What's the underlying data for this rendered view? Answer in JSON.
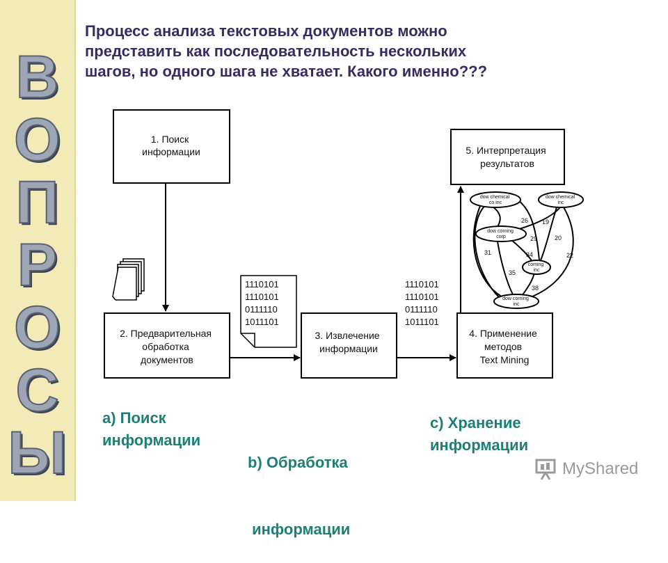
{
  "sidebar": {
    "letters": [
      "В",
      "О",
      "П",
      "Р",
      "О",
      "С",
      "Ы"
    ]
  },
  "question": {
    "lines": [
      "Процесс анализа текстовых документов можно",
      "представить как последовательность нескольких",
      "шагов, но одного шага не хватает. Какого именно???"
    ]
  },
  "diagram": {
    "step1": {
      "lines": [
        "1. Поиск",
        "информации"
      ]
    },
    "step2": {
      "lines": [
        "2. Предварительная",
        "обработка",
        "документов"
      ]
    },
    "step3": {
      "lines": [
        "3. Извлечение",
        "информации"
      ]
    },
    "step4": {
      "lines": [
        "4. Применение",
        "методов",
        "Text Mining"
      ]
    },
    "step5": {
      "lines": [
        "5. Интерпретация",
        "результатов"
      ]
    },
    "binary_left": [
      "1110101",
      "1110101",
      "0111110",
      "1011101"
    ],
    "binary_right": [
      "1110101",
      "1110101",
      "0111110",
      "1011101"
    ],
    "graph": {
      "nodes": [
        {
          "label": [
            "dow chemical",
            "co inc"
          ]
        },
        {
          "label": [
            "dow chemical",
            "inc"
          ]
        },
        {
          "label": [
            "dow corning",
            "corp"
          ]
        },
        {
          "label": [
            "coming",
            "inc"
          ]
        },
        {
          "label": [
            "dow corning",
            "inc"
          ]
        }
      ],
      "edge_labels": [
        "26",
        "19",
        "29",
        "20",
        "31",
        "34",
        "22",
        "35",
        "38"
      ]
    }
  },
  "answers": {
    "a": {
      "line1": "a) Поиск",
      "line2": "информации"
    },
    "b": {
      "line1": "b) Обработка",
      "line2": " информации"
    },
    "c": {
      "line1": "c) Хранение",
      "line2": "информации"
    }
  },
  "watermark": {
    "text": "MyShared"
  }
}
